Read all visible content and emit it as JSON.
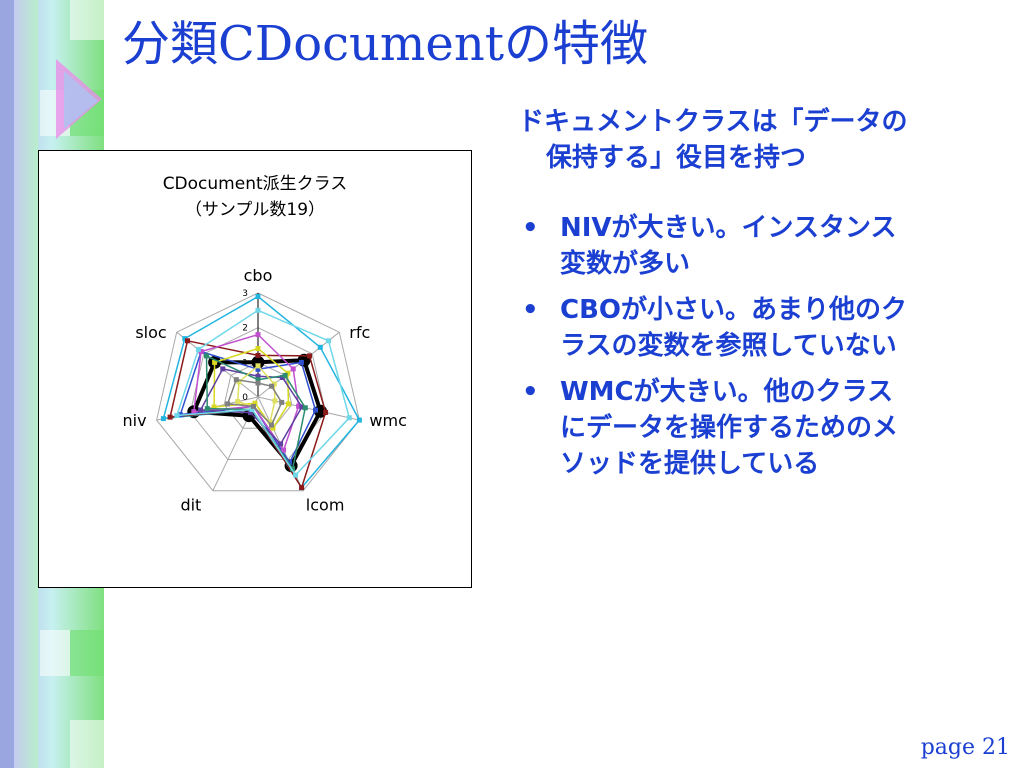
{
  "slide": {
    "title": "分類CDocumentの特徴",
    "page": "page 21",
    "intro": [
      "ドキュメントクラスは「データの",
      "保持する」役目を持つ"
    ],
    "bullets": [
      [
        "NIVが大きい。インスタンス",
        "変数が多い"
      ],
      [
        "CBOが小さい。あまり他のク",
        "ラスの変数を参照していない"
      ],
      [
        "WMCが大きい。他のクラス",
        "にデータを操作するためのメ",
        "ソッドを提供している"
      ]
    ]
  },
  "colors": {
    "title": "#1a3fd1",
    "text": "#1a3fd1",
    "grid": "#a8a8a8",
    "average": "#000000"
  },
  "chart_data": {
    "type": "radar",
    "title_lines": [
      "CDocument派生クラス",
      "（サンプル数19）"
    ],
    "axes": [
      "cbo",
      "rfc",
      "wmc",
      "lcom",
      "dit",
      "niv",
      "sloc"
    ],
    "range": [
      0,
      3
    ],
    "ticks": [
      "0",
      "1",
      "2",
      "3"
    ],
    "series": [
      {
        "color": "#000000",
        "values": [
          1.0,
          1.7,
          1.85,
          2.2,
          0.6,
          1.9,
          1.6
        ],
        "thick": true
      },
      {
        "color": "#23b5e0",
        "values": [
          2.9,
          2.3,
          3.0,
          2.9,
          0.4,
          2.8,
          2.7
        ]
      },
      {
        "color": "#8b1a1a",
        "values": [
          1.2,
          1.9,
          2.0,
          2.9,
          0.4,
          2.6,
          2.6
        ]
      },
      {
        "color": "#3050d0",
        "values": [
          0.8,
          1.6,
          1.7,
          2.1,
          0.3,
          2.3,
          2.1
        ]
      },
      {
        "color": "#c050d0",
        "values": [
          1.8,
          1.3,
          1.2,
          1.7,
          0.3,
          1.9,
          2.1
        ]
      },
      {
        "color": "#d8d820",
        "values": [
          1.4,
          1.1,
          0.9,
          1.0,
          0.2,
          1.3,
          1.6
        ]
      },
      {
        "color": "#6040a0",
        "values": [
          0.6,
          0.9,
          1.3,
          1.5,
          0.5,
          1.7,
          1.3
        ]
      },
      {
        "color": "#2c8c70",
        "values": [
          0.5,
          1.0,
          1.4,
          2.3,
          0.4,
          1.5,
          1.9
        ]
      },
      {
        "color": "#6fd8e8",
        "values": [
          2.5,
          2.6,
          2.7,
          2.5,
          0.4,
          2.4,
          2.2
        ]
      },
      {
        "color": "#e0e060",
        "values": [
          0.9,
          0.6,
          0.5,
          0.8,
          0.3,
          0.6,
          0.7
        ]
      },
      {
        "color": "#808080",
        "values": [
          0.4,
          0.5,
          0.7,
          0.9,
          0.3,
          0.9,
          0.8
        ]
      }
    ]
  }
}
